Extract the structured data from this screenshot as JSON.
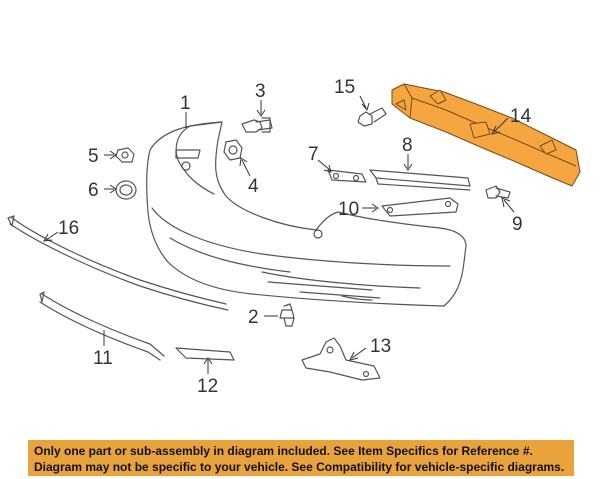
{
  "colors": {
    "line": "#555555",
    "highlight_fill": "#f5a640",
    "highlight_stroke": "#7a4b10",
    "banner_bg": "#e8a33c",
    "banner_text": "#111111"
  },
  "callouts": {
    "c1": "1",
    "c2": "2",
    "c3": "3",
    "c4": "4",
    "c5": "5",
    "c6": "6",
    "c7": "7",
    "c8": "8",
    "c9": "9",
    "c10": "10",
    "c11": "11",
    "c12": "12",
    "c13": "13",
    "c14": "14",
    "c15": "15",
    "c16": "16"
  },
  "highlighted_part": "14",
  "disclaimer": {
    "line1": "Only one part or sub-assembly in diagram included. See Item Specifics for Reference #.",
    "line2": "Diagram may not be specific to your vehicle. See Compatibility for vehicle-specific diagrams."
  }
}
